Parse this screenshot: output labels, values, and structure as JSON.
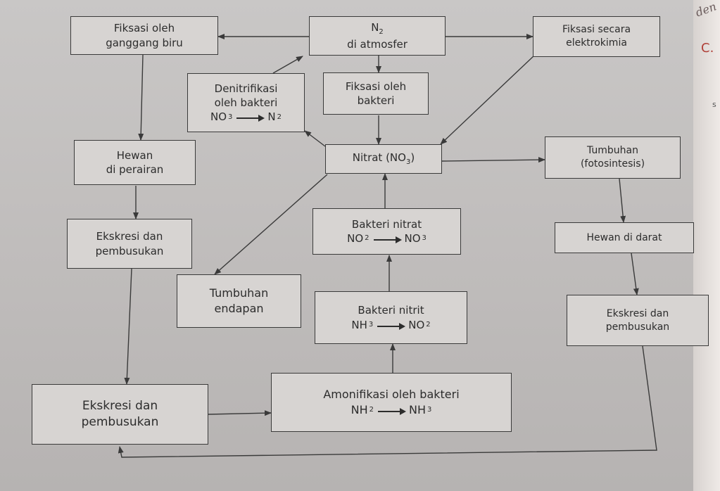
{
  "boxes": {
    "n2": {
      "main": "N",
      "sub": "2",
      "line2": "di atmosfer"
    },
    "fiksasi_ganggang": {
      "line1": "Fiksasi oleh",
      "line2": "ganggang biru"
    },
    "fiksasi_elektrokimia": {
      "line1": "Fiksasi secara",
      "line2": "elektrokimia"
    },
    "denitrifikasi": {
      "line1": "Denitrifikasi",
      "line2": "oleh bakteri",
      "from": "NO",
      "from_sub": "3",
      "to": "N",
      "to_sub": "2"
    },
    "fiksasi_bakteri": {
      "line1": "Fiksasi oleh",
      "line2": "bakteri"
    },
    "nitrat": {
      "main": "Nitrat (NO",
      "sub": "3",
      "close": ")"
    },
    "hewan_perairan": {
      "line1": "Hewan",
      "line2": "di perairan"
    },
    "tumbuhan_fotosintesis": {
      "line1": "Tumbuhan",
      "line2": "(fotosintesis)"
    },
    "ekskresi_kiri": {
      "line1": "Ekskresi dan",
      "line2": "pembusukan"
    },
    "bakteri_nitrat": {
      "line1": "Bakteri nitrat",
      "from": "NO",
      "from_sub": "2",
      "to": "NO",
      "to_sub": "3"
    },
    "hewan_darat": {
      "label": "Hewan di darat"
    },
    "tumbuhan_endapan": {
      "line1": "Tumbuhan",
      "line2": "endapan"
    },
    "bakteri_nitrit": {
      "line1": "Bakteri nitrit",
      "from": "NH",
      "from_sub": "3",
      "to": "NO",
      "to_sub": "2"
    },
    "ekskresi_kanan": {
      "line1": "Ekskresi dan",
      "line2": "pembusukan"
    },
    "ekskresi_bawah": {
      "line1": "Ekskresi dan",
      "line2": "pembusukan"
    },
    "amonifikasi": {
      "line1": "Amonifikasi oleh bakteri",
      "from": "NH",
      "from_sub": "2",
      "to": "NH",
      "to_sub": "3"
    }
  },
  "edge": {
    "word": "den",
    "letter": "C.",
    "small": "s"
  },
  "colors": {
    "line": "#3a3a3a",
    "box_bg": "#d7d4d2",
    "paper": "#c7c5c4"
  }
}
